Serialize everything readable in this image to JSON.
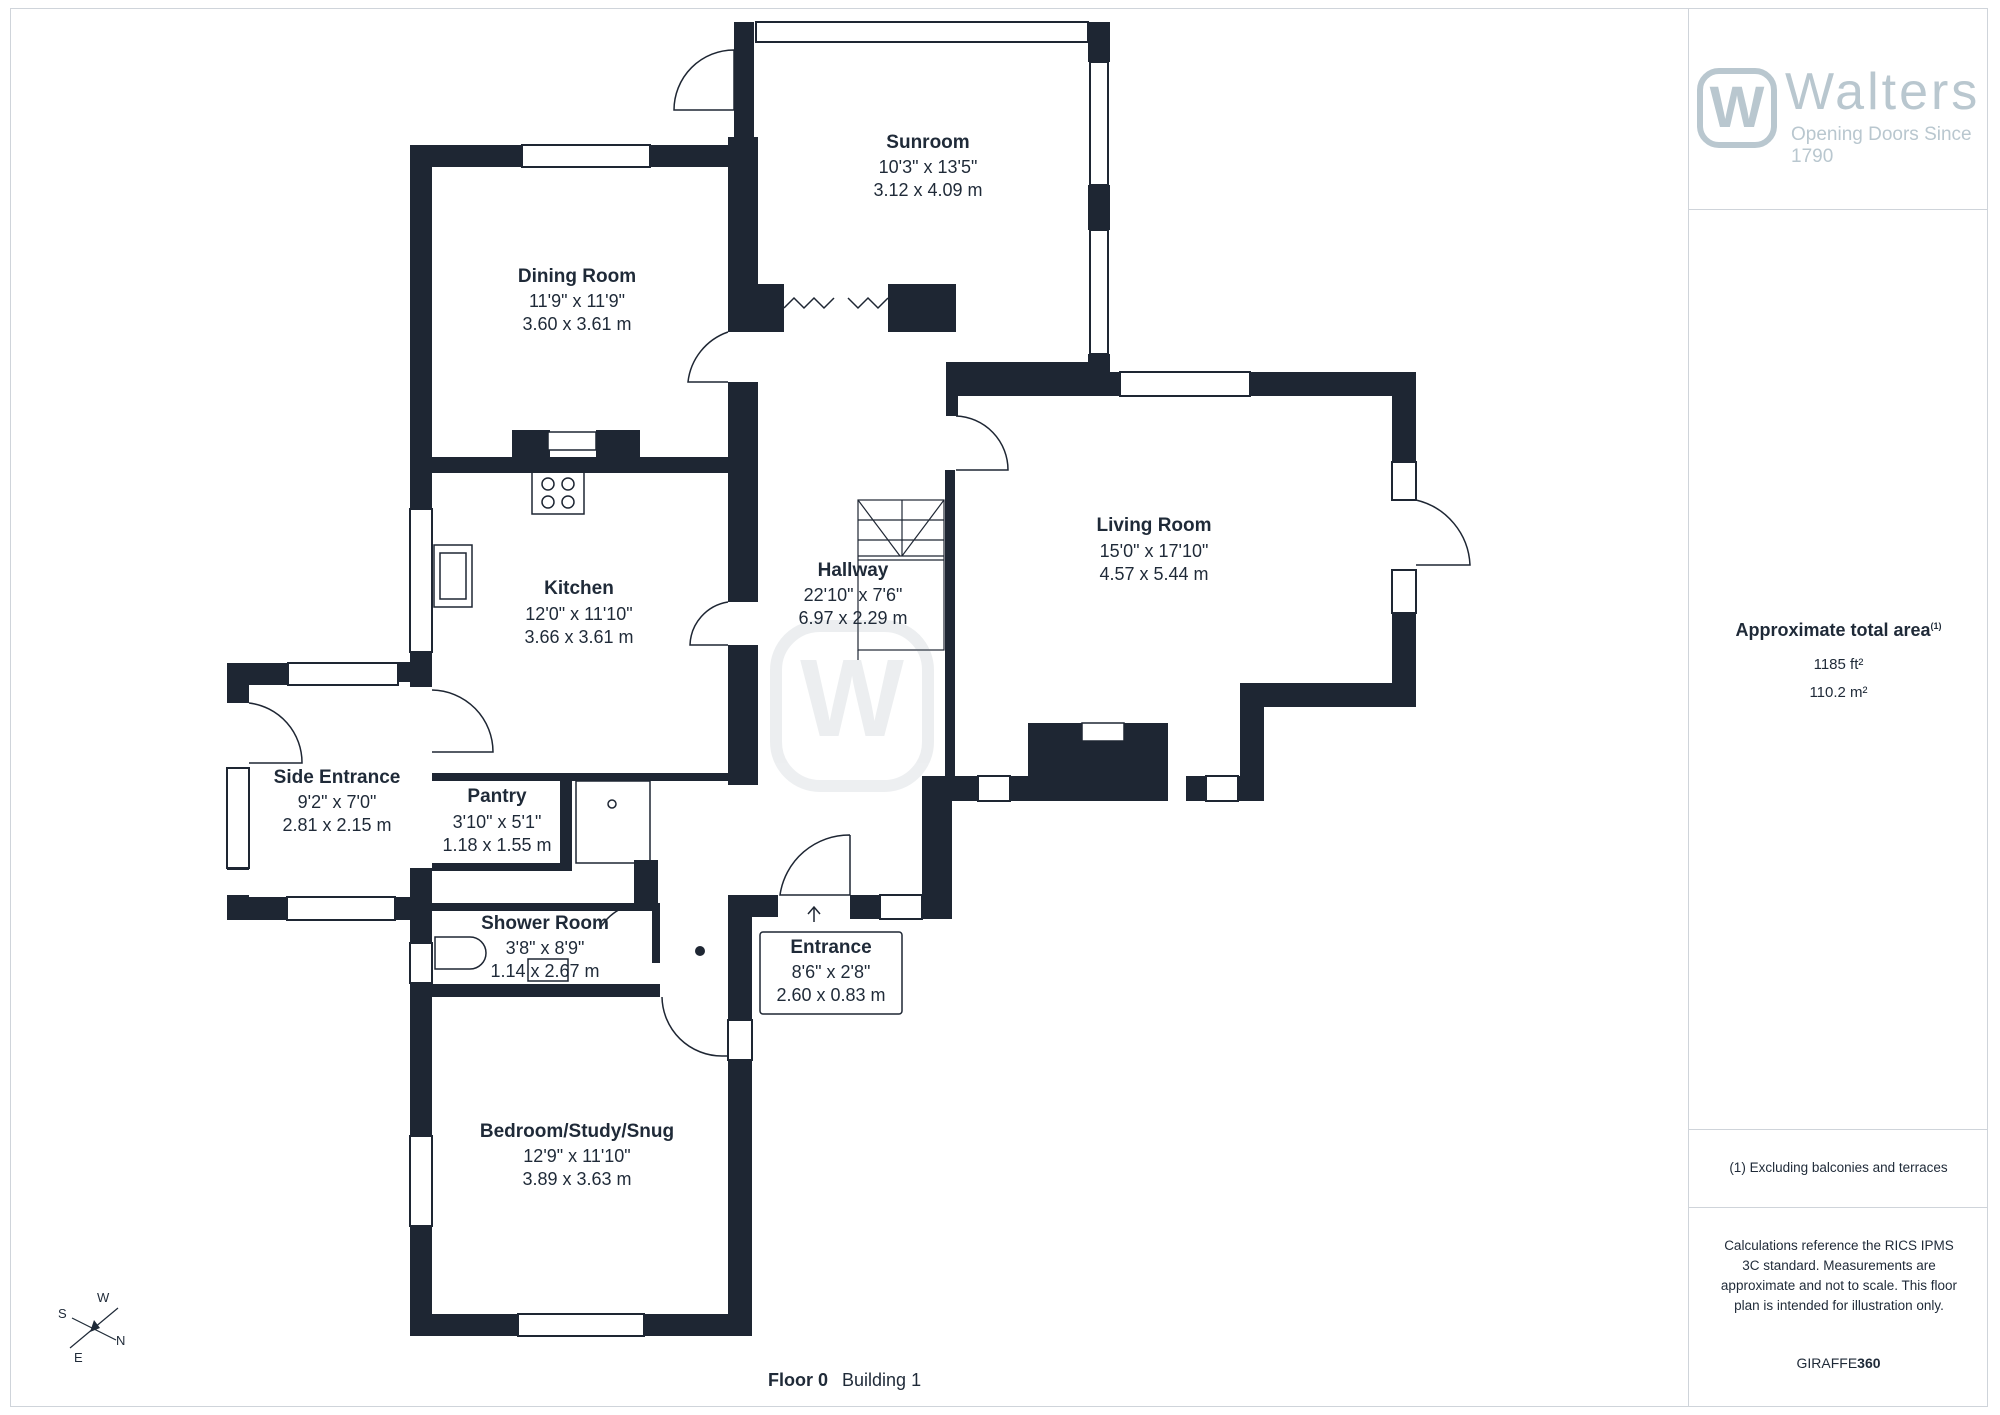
{
  "brand": {
    "logo_letter": "W",
    "name": "Walters",
    "tagline": "Opening Doors Since 1790"
  },
  "colors": {
    "wall": "#1e2633",
    "logo": "#b9c7cf",
    "text": "#1f2a38"
  },
  "rooms": {
    "sunroom": {
      "name": "Sunroom",
      "imperial": "10'3\" x 13'5\"",
      "metric": "3.12 x 4.09 m"
    },
    "dining": {
      "name": "Dining Room",
      "imperial": "11'9\" x 11'9\"",
      "metric": "3.60 x 3.61 m"
    },
    "kitchen": {
      "name": "Kitchen",
      "imperial": "12'0\" x 11'10\"",
      "metric": "3.66 x 3.61 m"
    },
    "hallway": {
      "name": "Hallway",
      "imperial": "22'10\" x 7'6\"",
      "metric": "6.97 x 2.29 m"
    },
    "living": {
      "name": "Living Room",
      "imperial": "15'0\" x 17'10\"",
      "metric": "4.57 x 5.44 m"
    },
    "side": {
      "name": "Side Entrance",
      "imperial": "9'2\" x 7'0\"",
      "metric": "2.81 x 2.15 m"
    },
    "pantry": {
      "name": "Pantry",
      "imperial": "3'10\" x 5'1\"",
      "metric": "1.18 x 1.55 m"
    },
    "shower": {
      "name": "Shower Room",
      "imperial": "3'8\" x 8'9\"",
      "metric": "1.14 x 2.67 m"
    },
    "entrance": {
      "name": "Entrance",
      "imperial": "8'6\" x 2'8\"",
      "metric": "2.60 x 0.83 m"
    },
    "bedroom": {
      "name": "Bedroom/Study/Snug",
      "imperial": "12'9\" x 11'10\"",
      "metric": "3.89 x 3.63 m"
    }
  },
  "compass": {
    "s": "S",
    "w": "W",
    "e": "E",
    "n": "N"
  },
  "summary": {
    "title": "Approximate total area",
    "title_sup": "(1)",
    "sqft": "1185 ft²",
    "sqm": "110.2 m²",
    "footnote": "(1) Excluding balconies and terraces",
    "disclaimer": "Calculations reference the RICS IPMS 3C standard. Measurements are approximate and not to scale. This floor plan is intended for illustration only.",
    "maker_a": "GIRAFFE",
    "maker_b": "360"
  },
  "floor": {
    "label": "Floor 0",
    "building": "Building 1"
  }
}
